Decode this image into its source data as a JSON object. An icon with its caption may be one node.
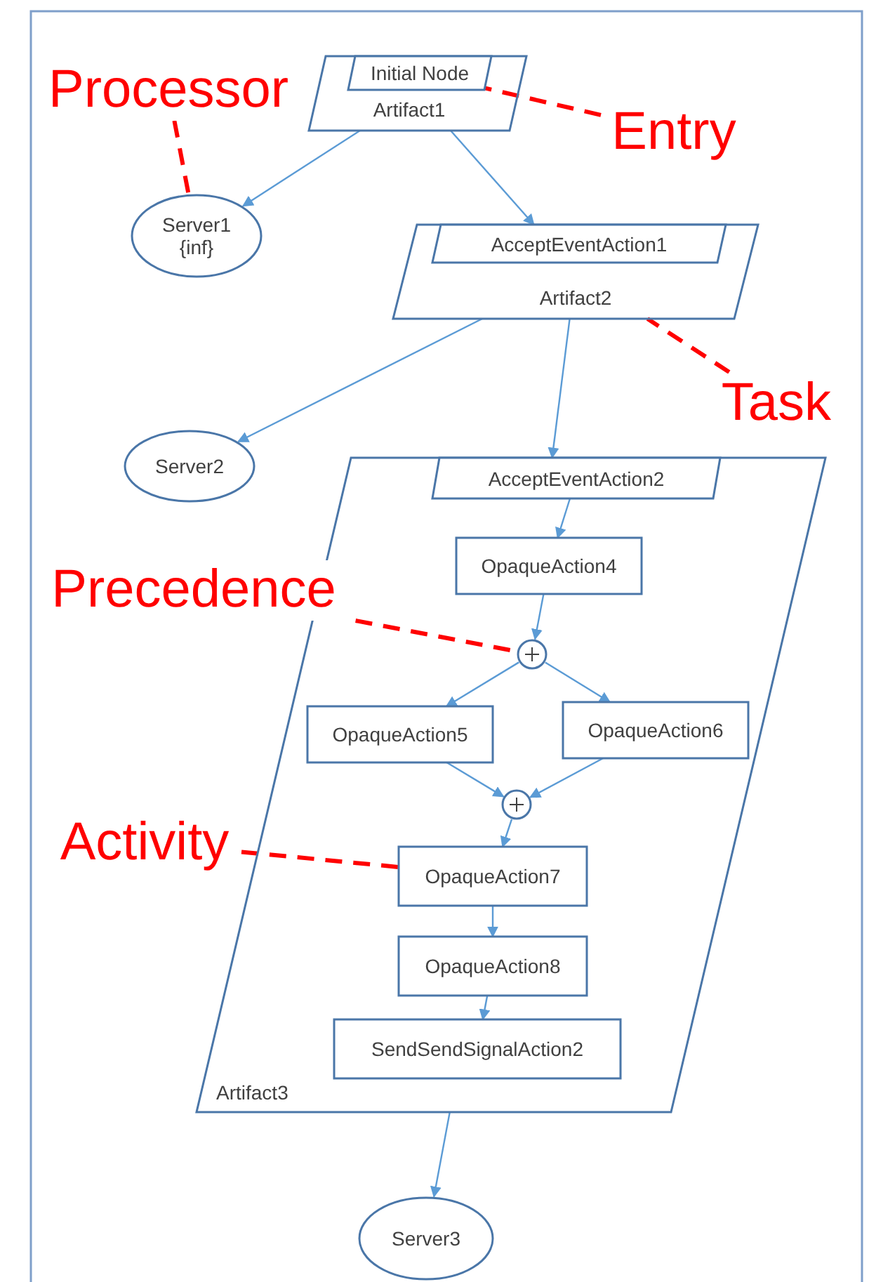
{
  "diagram": {
    "nodes": [
      {
        "text": [
          "Artifact1"
        ]
      },
      {
        "text": [
          "Initial Node"
        ],
        "in": 0
      },
      {
        "text": [
          "Server1 {inf}"
        ]
      },
      {
        "text": [
          "Artifact2"
        ]
      },
      {
        "text": [
          "AcceptEventAction1"
        ],
        "in": 3
      },
      {
        "text": [
          "Server2"
        ]
      },
      {
        "text": [
          "Artifact3"
        ]
      },
      {
        "text": [
          "AcceptEventAction2"
        ],
        "in": 6
      },
      {
        "text": [
          "OpaqueAction4"
        ],
        "in": 6
      },
      {
        "text": [],
        "shape": "circle",
        "in": 6
      },
      {
        "text": [
          "OpaqueAction5"
        ],
        "in": 6
      },
      {
        "text": [
          "OpaqueAction6"
        ],
        "in": 6
      },
      {
        "text": [],
        "shape": "circle",
        "in": 6
      },
      {
        "text": [
          "OpaqueAction7"
        ],
        "in": 6
      },
      {
        "text": [
          "OpaqueAction8"
        ],
        "in": 6
      },
      {
        "text": [
          "SendSendSignalAction2"
        ],
        "in": 6
      },
      {
        "text": [
          "Server3"
        ]
      },
      {
        "text": [
          "Processor"
        ]
      },
      {
        "text": [
          "Entry"
        ]
      },
      {
        "text": [
          "Task"
        ]
      },
      {
        "text": [
          "Precedence"
        ]
      },
      {
        "text": [
          "Activity"
        ]
      }
    ],
    "edges": [
      {
        "from": 0,
        "to": 2,
        "arrow": "to"
      },
      {
        "from": 0,
        "to": 3,
        "arrow": "to"
      },
      {
        "from": 3,
        "to": 5,
        "arrow": "to"
      },
      {
        "from": 3,
        "to": 6,
        "arrow": "to"
      },
      {
        "from": 7,
        "to": 8,
        "arrow": "to"
      },
      {
        "from": 8,
        "to": 9,
        "arrow": "to"
      },
      {
        "from": 9,
        "to": 10,
        "arrow": "to"
      },
      {
        "from": 9,
        "to": 11,
        "arrow": "to"
      },
      {
        "from": 10,
        "to": 12,
        "arrow": "to"
      },
      {
        "from": 11,
        "to": 12,
        "arrow": "to"
      },
      {
        "from": 12,
        "to": 13,
        "arrow": "to"
      },
      {
        "from": 13,
        "to": 14,
        "arrow": "to"
      },
      {
        "from": 14,
        "to": 15,
        "arrow": "to"
      },
      {
        "from": 6,
        "to": 16,
        "arrow": "to"
      },
      {
        "from": 17,
        "to": 2,
        "arrow": "none",
        "style": "dashed",
        "color": "#ff0000"
      },
      {
        "from": 18,
        "to": 1,
        "arrow": "none",
        "style": "dashed",
        "color": "#ff0000"
      },
      {
        "from": 19,
        "to": 3,
        "arrow": "none",
        "style": "dashed",
        "color": "#ff0000"
      },
      {
        "from": 20,
        "to": 9,
        "arrow": "none",
        "style": "dashed",
        "color": "#ff0000"
      },
      {
        "from": 21,
        "to": 13,
        "arrow": "none",
        "style": "dashed",
        "color": "#ff0000"
      }
    ]
  }
}
